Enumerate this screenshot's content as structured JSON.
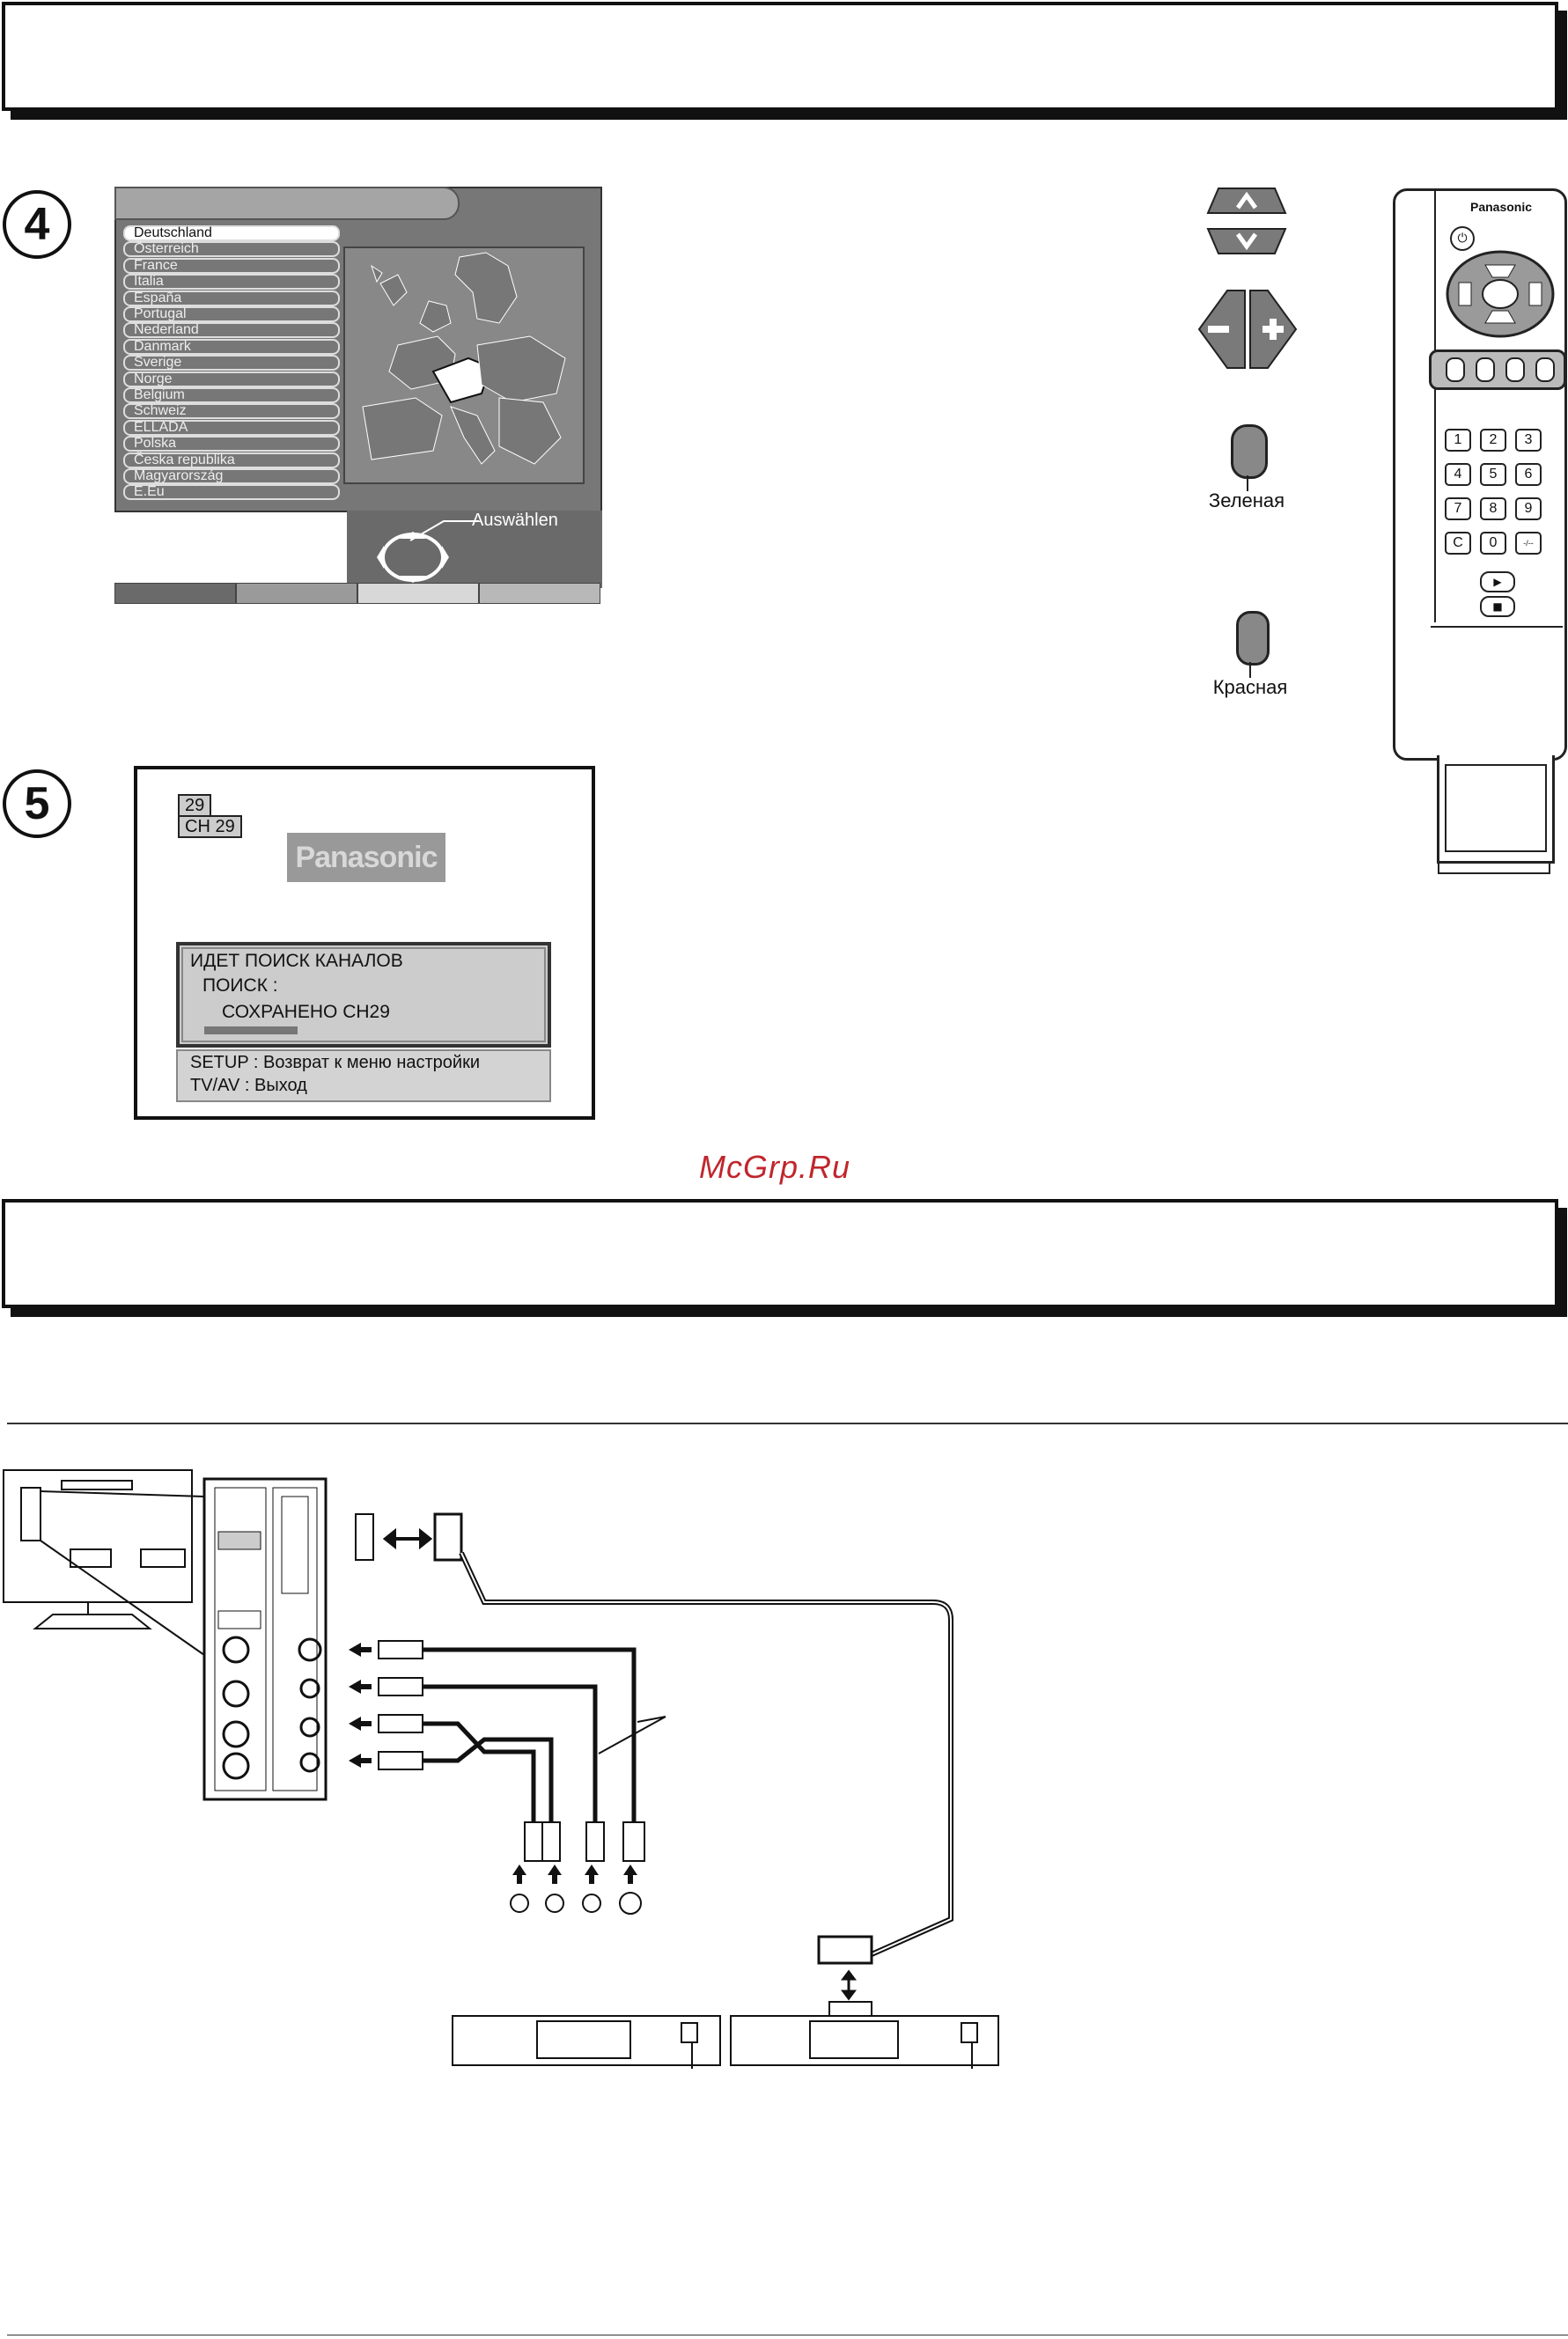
{
  "step4": {
    "number": "4",
    "countries": [
      "Deutschland",
      "Österreich",
      "France",
      "Italia",
      "España",
      "Portugal",
      "Nederland",
      "Danmark",
      "Sverige",
      "Norge",
      "Belgium",
      "Schweiz",
      "ELLADA",
      "Polska",
      "Česka republika",
      "Magyarország",
      "E.Eu"
    ],
    "hint_label": "Auswählen"
  },
  "step5": {
    "number": "5",
    "channel_number": "29",
    "channel_label": "CH  29",
    "logo": "Panasonic",
    "search_title": "ИДЕТ ПОИСК КАНАЛОВ",
    "search_label": "ПОИСК  :",
    "saved_label": "СОХРАНЕНО CH29",
    "setup_hint": "SETUP : Возврат к меню настройки",
    "tvav_hint": "TV/AV : Выход"
  },
  "keys": {
    "green_label": "Зеленая",
    "red_label": "Красная"
  },
  "remote": {
    "brand": "Panasonic",
    "digits": [
      "1",
      "2",
      "3",
      "4",
      "5",
      "6",
      "7",
      "8",
      "9",
      "C",
      "0",
      "-/--"
    ]
  },
  "watermark": "McGrp.Ru"
}
